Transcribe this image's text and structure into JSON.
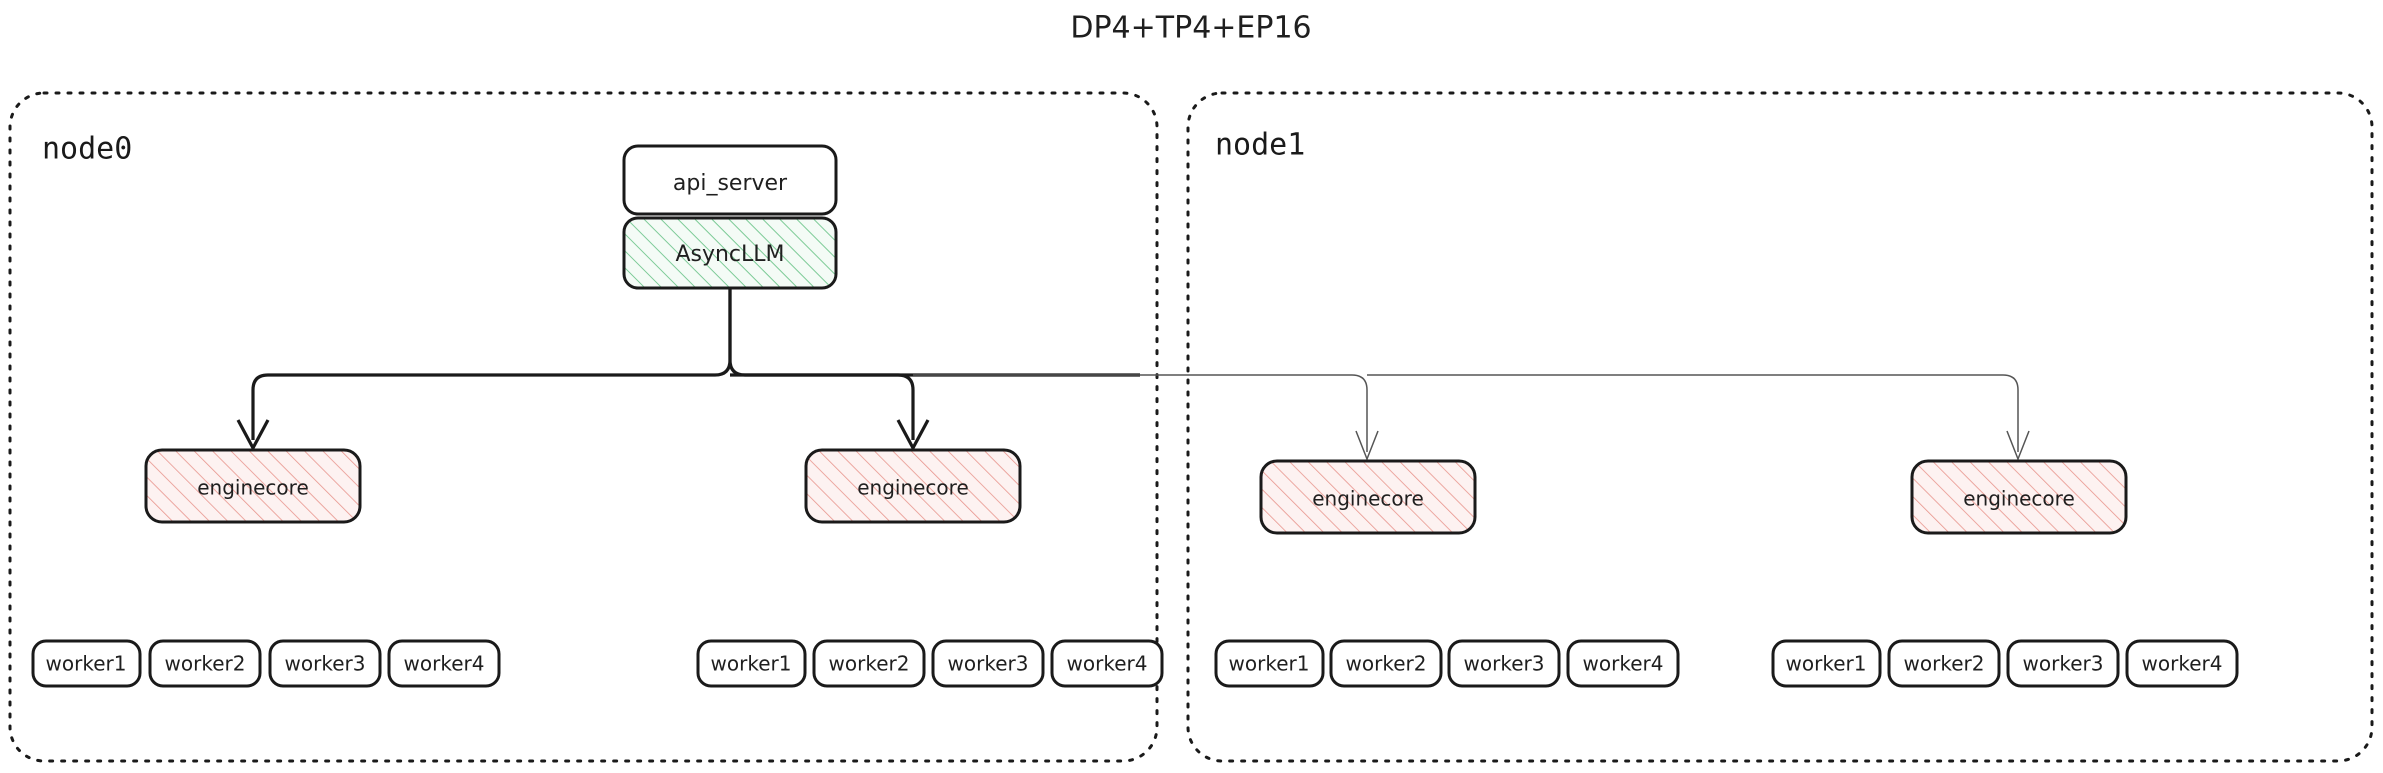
{
  "title": "DP4+TP4+EP16",
  "colors": {
    "background": "#ffffff",
    "stroke_dark": "#1a1a1a",
    "stroke_light": "#555555",
    "green_hatch": "#5fbf7f",
    "green_fill": "#f4fbf6",
    "pink_hatch": "#e8948c",
    "pink_fill": "#fdf2f1",
    "white_fill": "#ffffff"
  },
  "nodes": [
    {
      "id": "node0",
      "label": "node0",
      "top_boxes": [
        {
          "id": "api_server",
          "label": "api_server",
          "style": "plain"
        },
        {
          "id": "async_llm",
          "label": "AsyncLLM",
          "style": "green-hatch"
        }
      ],
      "enginecores": [
        {
          "id": "node0-enginecore-0",
          "label": "enginecore",
          "style": "pink-hatch",
          "workers": [
            {
              "label": "worker1"
            },
            {
              "label": "worker2"
            },
            {
              "label": "worker3"
            },
            {
              "label": "worker4"
            }
          ]
        },
        {
          "id": "node0-enginecore-1",
          "label": "enginecore",
          "style": "pink-hatch",
          "workers": [
            {
              "label": "worker1"
            },
            {
              "label": "worker2"
            },
            {
              "label": "worker3"
            },
            {
              "label": "worker4"
            }
          ]
        }
      ]
    },
    {
      "id": "node1",
      "label": "node1",
      "top_boxes": [],
      "enginecores": [
        {
          "id": "node1-enginecore-0",
          "label": "enginecore",
          "style": "pink-hatch",
          "workers": [
            {
              "label": "worker1"
            },
            {
              "label": "worker2"
            },
            {
              "label": "worker3"
            },
            {
              "label": "worker4"
            }
          ]
        },
        {
          "id": "node1-enginecore-1",
          "label": "enginecore",
          "style": "pink-hatch",
          "workers": [
            {
              "label": "worker1"
            },
            {
              "label": "worker2"
            },
            {
              "label": "worker3"
            },
            {
              "label": "worker4"
            }
          ]
        }
      ]
    }
  ]
}
